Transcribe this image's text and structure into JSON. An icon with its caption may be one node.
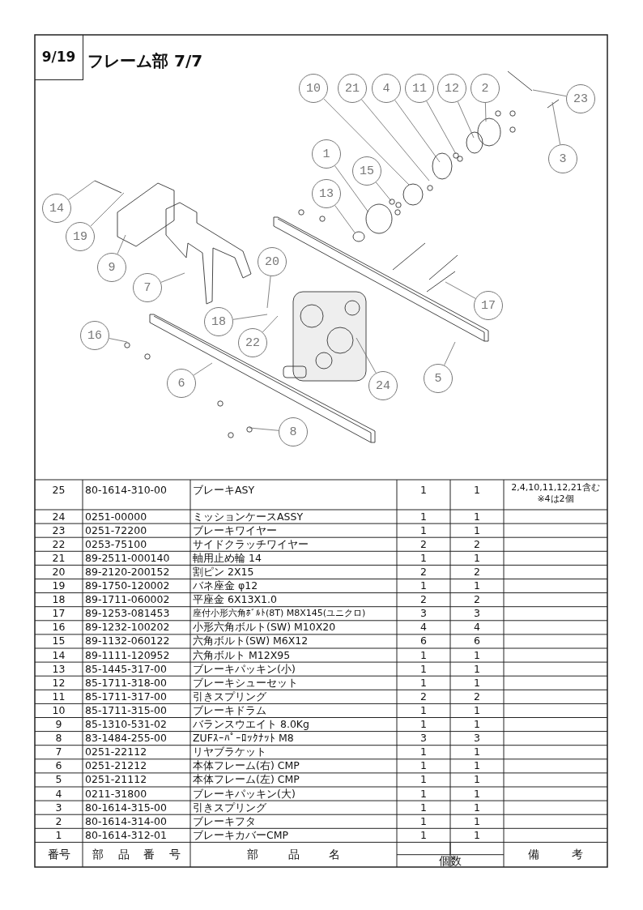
{
  "diagram": {
    "title": "フレーム部 7/7",
    "nodes": [
      {
        "text": [
          "10"
        ]
      },
      {
        "text": [
          "21"
        ]
      },
      {
        "text": [
          "4"
        ]
      },
      {
        "text": [
          "11"
        ]
      },
      {
        "text": [
          "12"
        ]
      },
      {
        "text": [
          "2"
        ]
      },
      {
        "text": [
          "23"
        ]
      },
      {
        "text": [
          "1"
        ]
      },
      {
        "text": [
          "3"
        ]
      },
      {
        "text": [
          "15"
        ]
      },
      {
        "text": [
          "13"
        ]
      },
      {
        "text": [
          "14"
        ]
      },
      {
        "text": [
          "19"
        ]
      },
      {
        "text": [
          "20"
        ]
      },
      {
        "text": [
          "9"
        ]
      },
      {
        "text": [
          "7"
        ]
      },
      {
        "text": [
          "17"
        ]
      },
      {
        "text": [
          "18"
        ]
      },
      {
        "text": [
          "16"
        ]
      },
      {
        "text": [
          "22"
        ]
      },
      {
        "text": [
          "5"
        ]
      },
      {
        "text": [
          "6"
        ]
      },
      {
        "text": [
          "24"
        ]
      },
      {
        "text": [
          "8"
        ]
      }
    ],
    "edges": [
      {
        "from": 0,
        "to": null,
        "arrow": "none"
      },
      {
        "from": 1,
        "to": null,
        "arrow": "none"
      },
      {
        "from": 2,
        "to": null,
        "arrow": "none"
      },
      {
        "from": 3,
        "to": null,
        "arrow": "none"
      },
      {
        "from": 4,
        "to": null,
        "arrow": "none"
      },
      {
        "from": 5,
        "to": null,
        "arrow": "none"
      },
      {
        "from": 6,
        "to": null,
        "arrow": "none"
      },
      {
        "from": 7,
        "to": null,
        "arrow": "none"
      },
      {
        "from": 8,
        "to": null,
        "arrow": "none"
      },
      {
        "from": 9,
        "to": null,
        "arrow": "none"
      },
      {
        "from": 10,
        "to": null,
        "arrow": "none"
      },
      {
        "from": 11,
        "to": null,
        "arrow": "none"
      },
      {
        "from": 12,
        "to": null,
        "arrow": "none"
      },
      {
        "from": 13,
        "to": null,
        "arrow": "none"
      },
      {
        "from": 14,
        "to": null,
        "arrow": "none"
      },
      {
        "from": 15,
        "to": null,
        "arrow": "none"
      },
      {
        "from": 16,
        "to": null,
        "arrow": "none"
      },
      {
        "from": 17,
        "to": null,
        "arrow": "none"
      },
      {
        "from": 18,
        "to": null,
        "arrow": "none"
      },
      {
        "from": 19,
        "to": null,
        "arrow": "none"
      },
      {
        "from": 20,
        "to": null,
        "arrow": "none"
      },
      {
        "from": 21,
        "to": null,
        "arrow": "none"
      },
      {
        "from": 22,
        "to": null,
        "arrow": "none"
      },
      {
        "from": 23,
        "to": null,
        "arrow": "none"
      }
    ],
    "labels": [
      "9/19",
      "25",
      "80-1614-310-00",
      "ブレーキASY",
      "1",
      "1",
      "2,4,10,11,12,21含む ※4は2個",
      "24",
      "0251-00000",
      "ミッションケースASSY",
      "1",
      "1",
      "23",
      "0251-72200",
      "ブレーキワイヤー",
      "1",
      "1",
      "22",
      "0253-75100",
      "サイドクラッチワイヤー",
      "2",
      "2",
      "21",
      "89-2511-000140",
      "軸用止め輪 14",
      "1",
      "1",
      "20",
      "89-2120-200152",
      "割ピン 2X15",
      "2",
      "2",
      "19",
      "89-1750-120002",
      "バネ座金 φ12",
      "1",
      "1",
      "18",
      "89-1711-060002",
      "平座金 6X13X1.0",
      "2",
      "2",
      "17",
      "89-1253-081453",
      "座付小形六角ﾎﾞﾙﾄ(8T) M8X145(ユニクロ)",
      "3",
      "3",
      "16",
      "89-1232-100202",
      "小形六角ボルト(SW) M10X20",
      "4",
      "4",
      "15",
      "89-1132-060122",
      "六角ボルト(SW) M6X12",
      "6",
      "6",
      "14",
      "89-1111-120952",
      "六角ボルト M12X95",
      "1",
      "1",
      "13",
      "85-1445-317-00",
      "ブレーキパッキン(小)",
      "1",
      "1",
      "12",
      "85-1711-318-00",
      "ブレーキシューセット",
      "1",
      "1",
      "11",
      "85-1711-317-00",
      "引きスプリング",
      "2",
      "2",
      "10",
      "85-1711-315-00",
      "ブレーキドラム",
      "1",
      "1",
      "9",
      "85-1310-531-02",
      "バランスウエイト 8.0Kg",
      "1",
      "1",
      "8",
      "83-1484-255-00",
      "ZUFｽｰﾊﾟｰﾛｯｸﾅｯﾄ M8",
      "3",
      "3",
      "7",
      "0251-22112",
      "リヤブラケット",
      "1",
      "1",
      "6",
      "0251-21212",
      "本体フレーム(右) CMP",
      "1",
      "1",
      "5",
      "0251-21112",
      "本体フレーム(左) CMP",
      "1",
      "1",
      "4",
      "0211-31800",
      "ブレーキパッキン(大)",
      "1",
      "1",
      "3",
      "80-1614-315-00",
      "引きスプリング",
      "1",
      "1",
      "2",
      "80-1614-314-00",
      "ブレーキフタ",
      "1",
      "1",
      "1",
      "80-1614-312-01",
      "ブレーキカバーCMP",
      "1",
      "1",
      "番号",
      "部品番号",
      "部品名",
      "個数",
      "備考"
    ]
  }
}
